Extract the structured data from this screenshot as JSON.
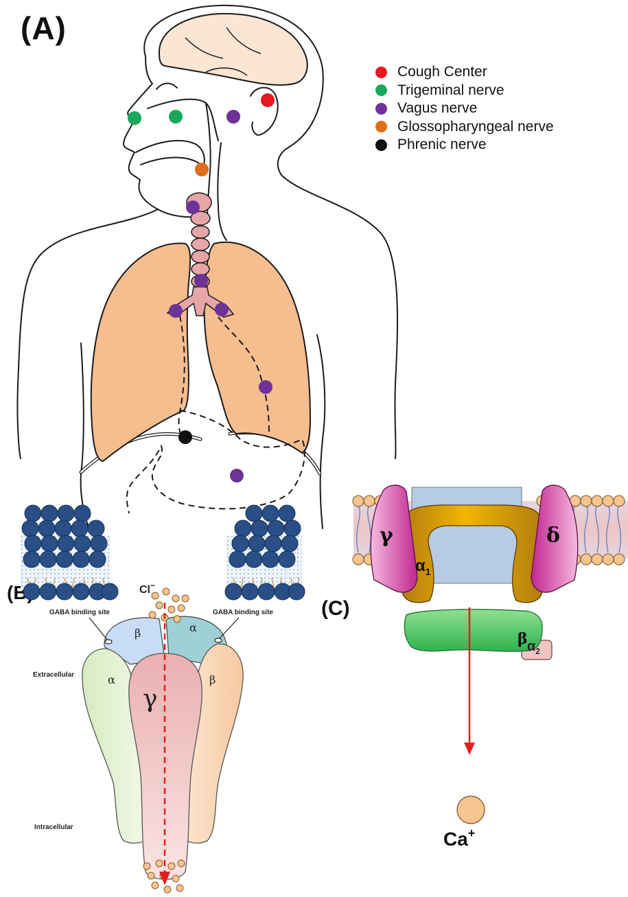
{
  "panels": {
    "a": {
      "label": "(A)",
      "legend": [
        {
          "label": "Cough Center",
          "color": "#e8191f"
        },
        {
          "label": "Trigeminal nerve",
          "color": "#1aa85a"
        },
        {
          "label": "Vagus nerve",
          "color": "#6f3297"
        },
        {
          "label": "Glossopharyngeal nerve",
          "color": "#e06d1c"
        },
        {
          "label": "Phrenic nerve",
          "color": "#111111"
        }
      ]
    },
    "b": {
      "label": "(B)",
      "ion": "Cl",
      "ion_charge": "−",
      "gaba_left": "GABA binding site",
      "gaba_right": "GABA binding site",
      "extracellular": "Extracellular",
      "intracellular": "Intracellular",
      "subunits": {
        "alpha_left": "α",
        "beta_back": "β",
        "alpha_back": "α",
        "gamma": "γ",
        "beta_right": "β"
      }
    },
    "c": {
      "label": "(C)",
      "ion": "Ca",
      "ion_charge": "+",
      "subunits": {
        "alpha2": "α",
        "alpha2_sub": "2",
        "gamma": "γ",
        "alpha1": "α",
        "alpha1_sub": "1",
        "delta": "δ",
        "beta": "β"
      }
    }
  },
  "colors": {
    "lung": "#f6bd8f",
    "brain": "#fbe5d3",
    "trachea": "#e6a6a8",
    "membrane_head": "#2a4f86",
    "ion_bead": "#f6c590",
    "pore_arrow": "#e31e1e"
  }
}
